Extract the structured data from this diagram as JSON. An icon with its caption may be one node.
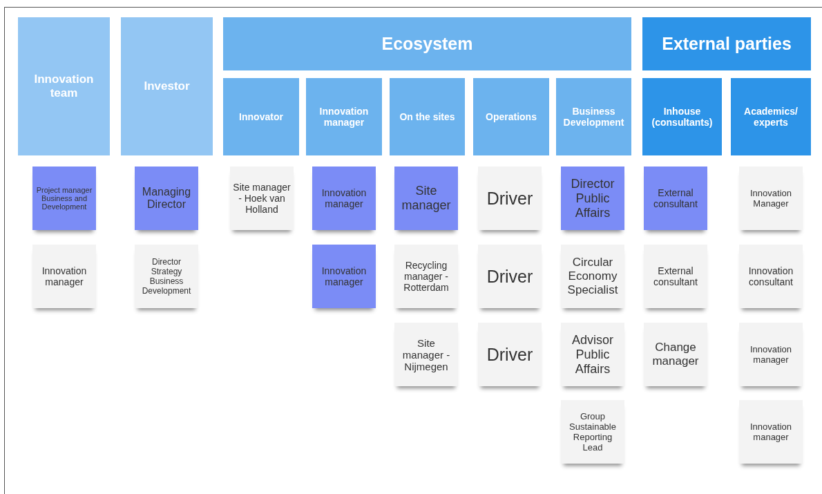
{
  "diagram": {
    "nodes": [
      {
        "text": [
          "Innovation team"
        ]
      },
      {
        "text": [
          "Investor"
        ]
      },
      {
        "text": [
          "Ecosystem"
        ]
      },
      {
        "text": [
          "External parties"
        ]
      },
      {
        "text": [
          "Innovator"
        ]
      },
      {
        "text": [
          "Innovation manager"
        ]
      },
      {
        "text": [
          "On the sites"
        ]
      },
      {
        "text": [
          "Operations"
        ]
      },
      {
        "text": [
          "Business Development"
        ]
      },
      {
        "text": [
          "Inhouse (consultants)"
        ]
      },
      {
        "text": [
          "Academics/ experts"
        ]
      },
      {
        "text": [
          "Project manager Business and Development"
        ]
      },
      {
        "text": [
          "Managing Director"
        ]
      },
      {
        "text": [
          "Site manager - Hoek van Holland"
        ]
      },
      {
        "text": [
          "Innovation manager"
        ]
      },
      {
        "text": [
          "Site manager"
        ]
      },
      {
        "text": [
          "Driver"
        ]
      },
      {
        "text": [
          "Director Public Affairs"
        ]
      },
      {
        "text": [
          "External consultant"
        ]
      },
      {
        "text": [
          "Innovation Manager"
        ]
      },
      {
        "text": [
          "Innovation manager"
        ]
      },
      {
        "text": [
          "Director Strategy Business Development"
        ]
      },
      {
        "text": [
          "Innovation manager"
        ]
      },
      {
        "text": [
          "Recycling manager - Rotterdam"
        ]
      },
      {
        "text": [
          "Driver"
        ]
      },
      {
        "text": [
          "Circular Economy Specialist"
        ]
      },
      {
        "text": [
          "External consultant"
        ]
      },
      {
        "text": [
          "Innovation consultant"
        ]
      },
      {
        "text": [
          "Site manager - Nijmegen"
        ]
      },
      {
        "text": [
          "Driver"
        ]
      },
      {
        "text": [
          "Advisor Public Affairs"
        ]
      },
      {
        "text": [
          "Change manager"
        ]
      },
      {
        "text": [
          "Innovation manager"
        ]
      },
      {
        "text": [
          "Group Sustainable Reporting Lead"
        ]
      },
      {
        "text": [
          "Innovation manager"
        ]
      }
    ]
  }
}
